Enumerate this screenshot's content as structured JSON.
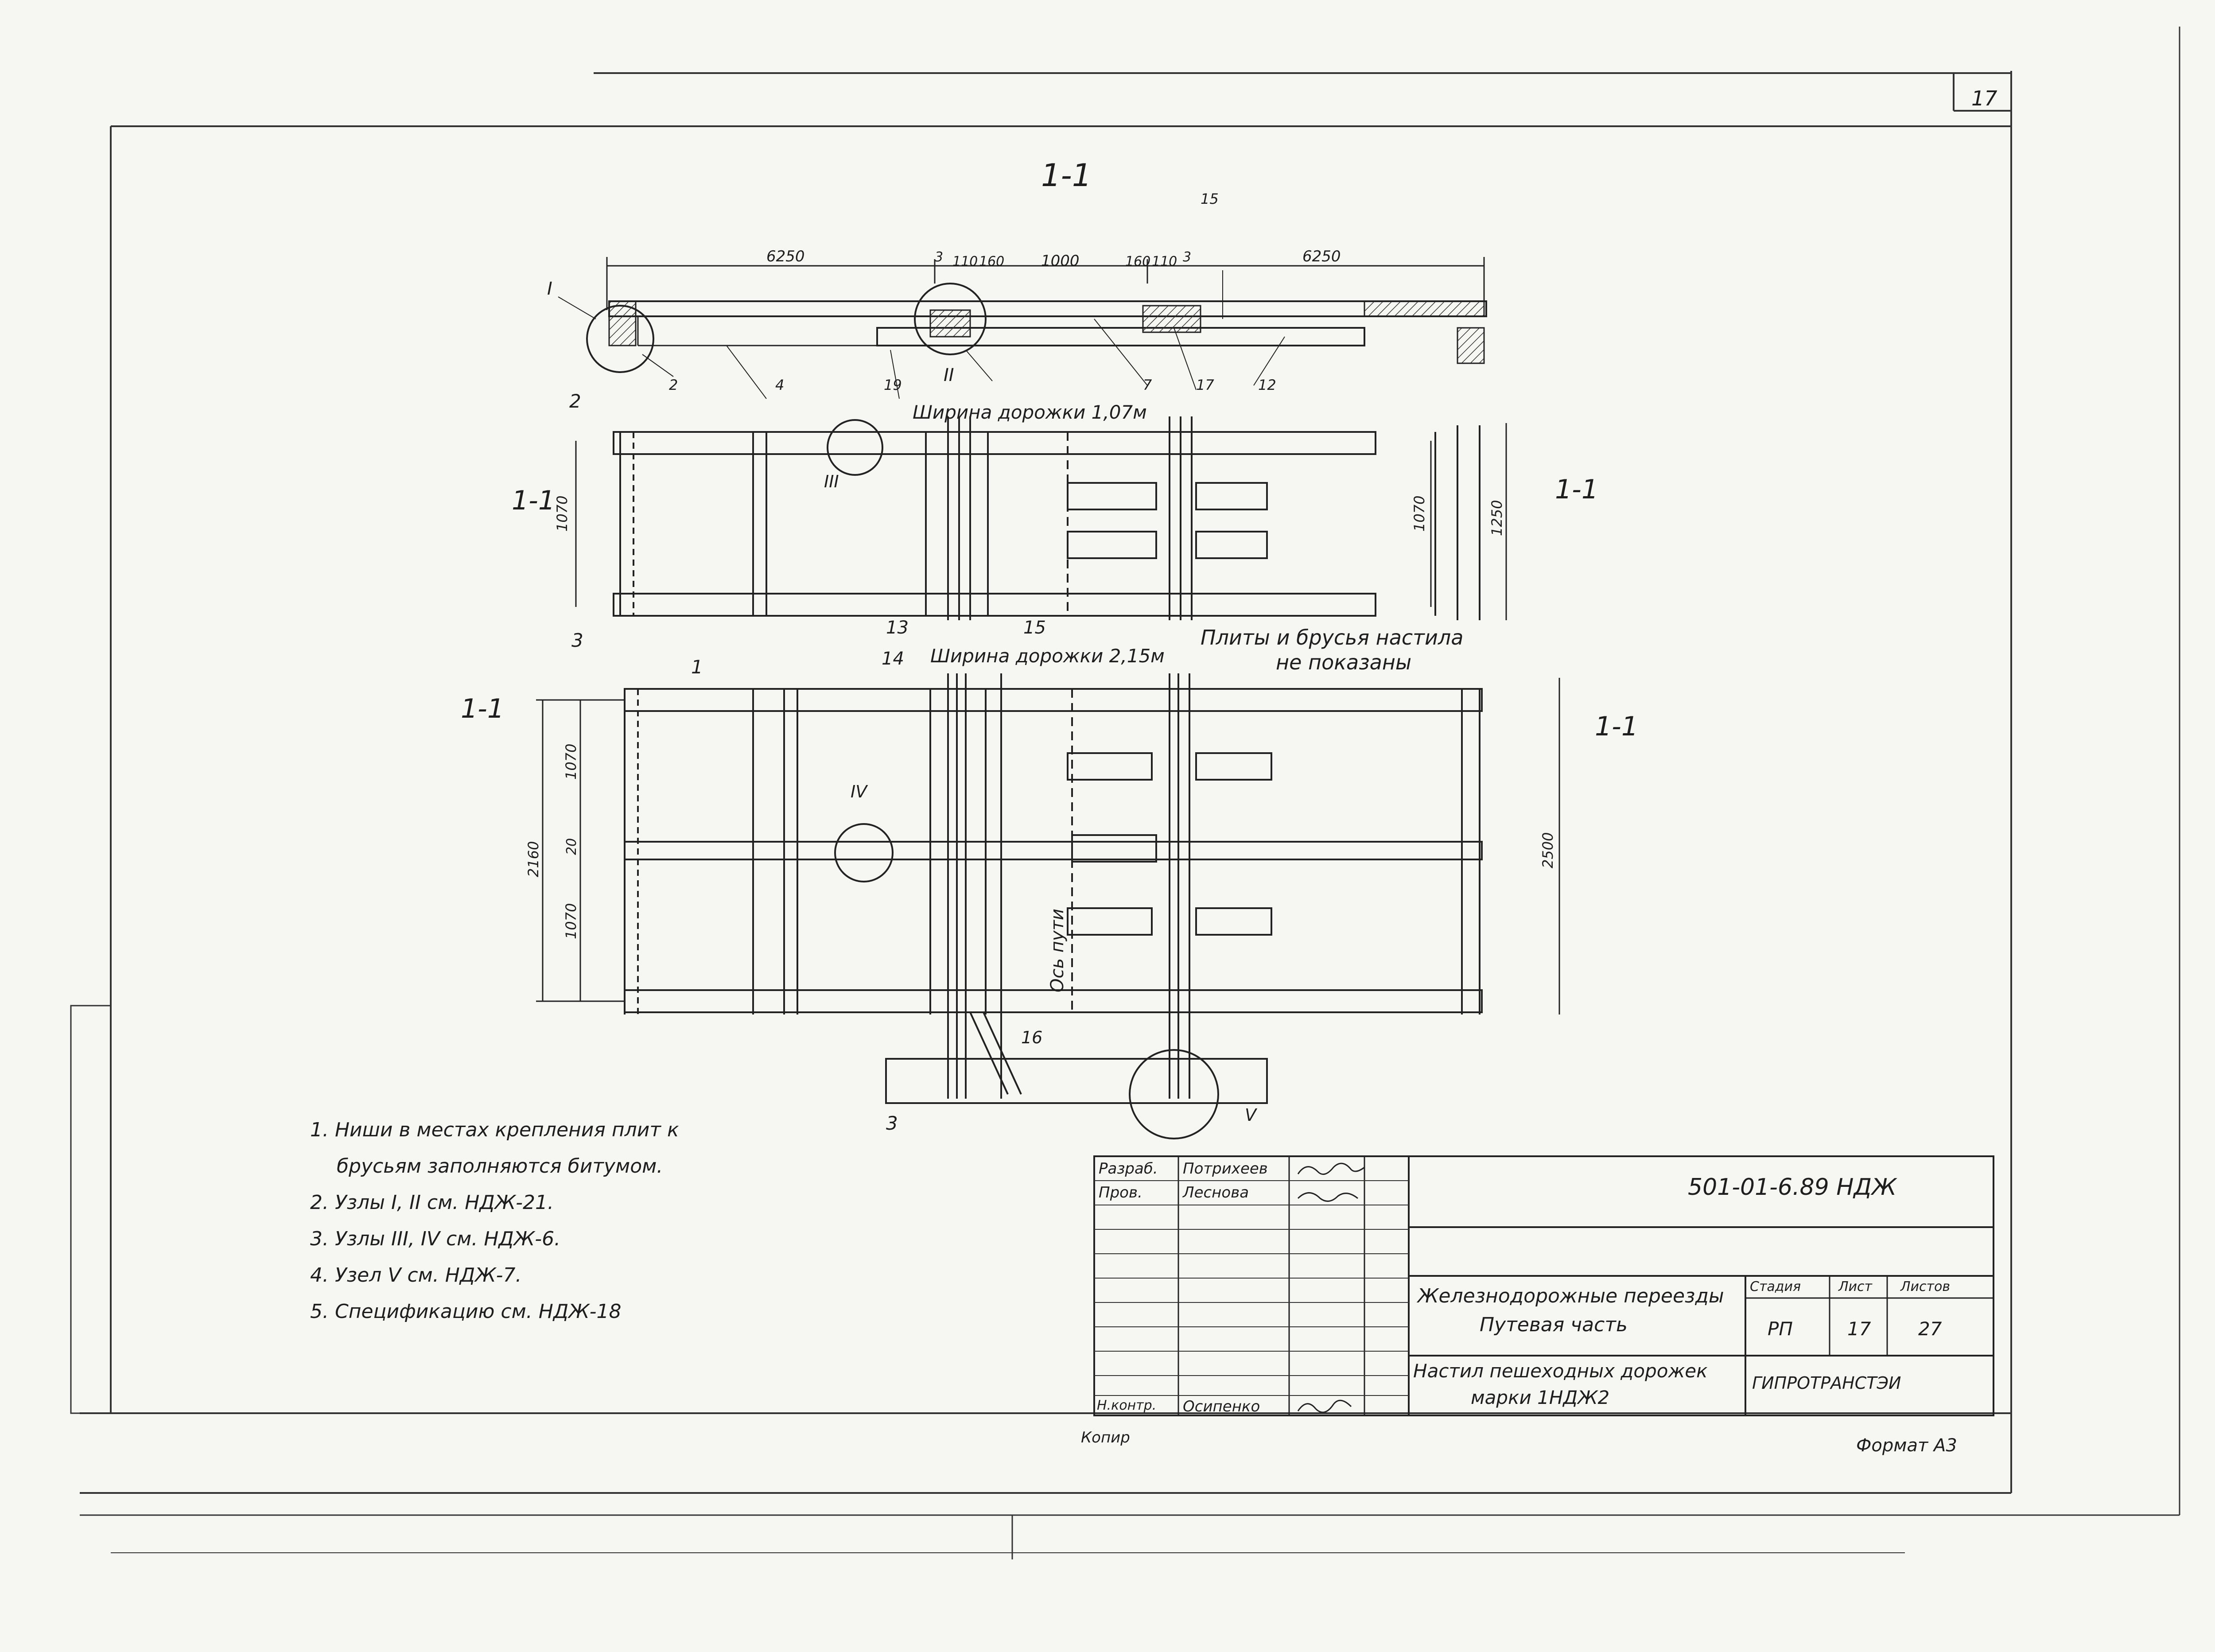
{
  "sheet": {
    "page_number": "17",
    "format_label": "Формат А3",
    "copy_label": "Копир",
    "sheet_code": "501-01-6.89 НДЖ"
  },
  "section": {
    "title": "1-1",
    "dims_top": [
      "6250",
      "3",
      "110",
      "160",
      "1000",
      "160",
      "110",
      "3",
      "6250"
    ]
  },
  "labels": {
    "path_width_1": "Ширина дорожки 1,07м",
    "path_width_2": "Ширина дорожки 2,15м",
    "not_shown": "Плиты и брусья настила не показаны",
    "track_axis": "Ось пути",
    "section_mark": "1-1"
  },
  "plan1_dims": [
    "1070",
    "1070",
    "1250"
  ],
  "plan2_dims": [
    "1070",
    "20",
    "1070",
    "2160",
    "2500"
  ],
  "positions": [
    "1",
    "2",
    "3",
    "13",
    "14",
    "15",
    "16",
    "3"
  ],
  "nodes": [
    "I",
    "II",
    "III",
    "IV",
    "V"
  ],
  "notes": [
    "1. Ниши в местах крепления плит к",
    "брусьям заполняются битумом.",
    "2. Узлы I, II см. НДЖ-21.",
    "3. Узлы III, IV см. НДЖ-6.",
    "4. Узел V см. НДЖ-7.",
    "5. Спецификацию см. НДЖ-18"
  ],
  "stamp": {
    "roles": [
      {
        "role": "Разраб.",
        "name": "Потрихеев"
      },
      {
        "role": "Пров.",
        "name": "Леснова"
      },
      {
        "role": "Н.контр.",
        "name": "Осипенко"
      }
    ],
    "project_line1": "Железнодорожные переезды",
    "project_line2": "Путевая часть",
    "doc_line1": "Настил пешеходных дорожек",
    "doc_line2": "марки 1НДЖ2",
    "stage_header": "Стадия",
    "sheet_header": "Лист",
    "sheets_header": "Листов",
    "stage": "РП",
    "sheet": "17",
    "sheets": "27",
    "org": "ГИПРОТРАНСТЭИ"
  }
}
